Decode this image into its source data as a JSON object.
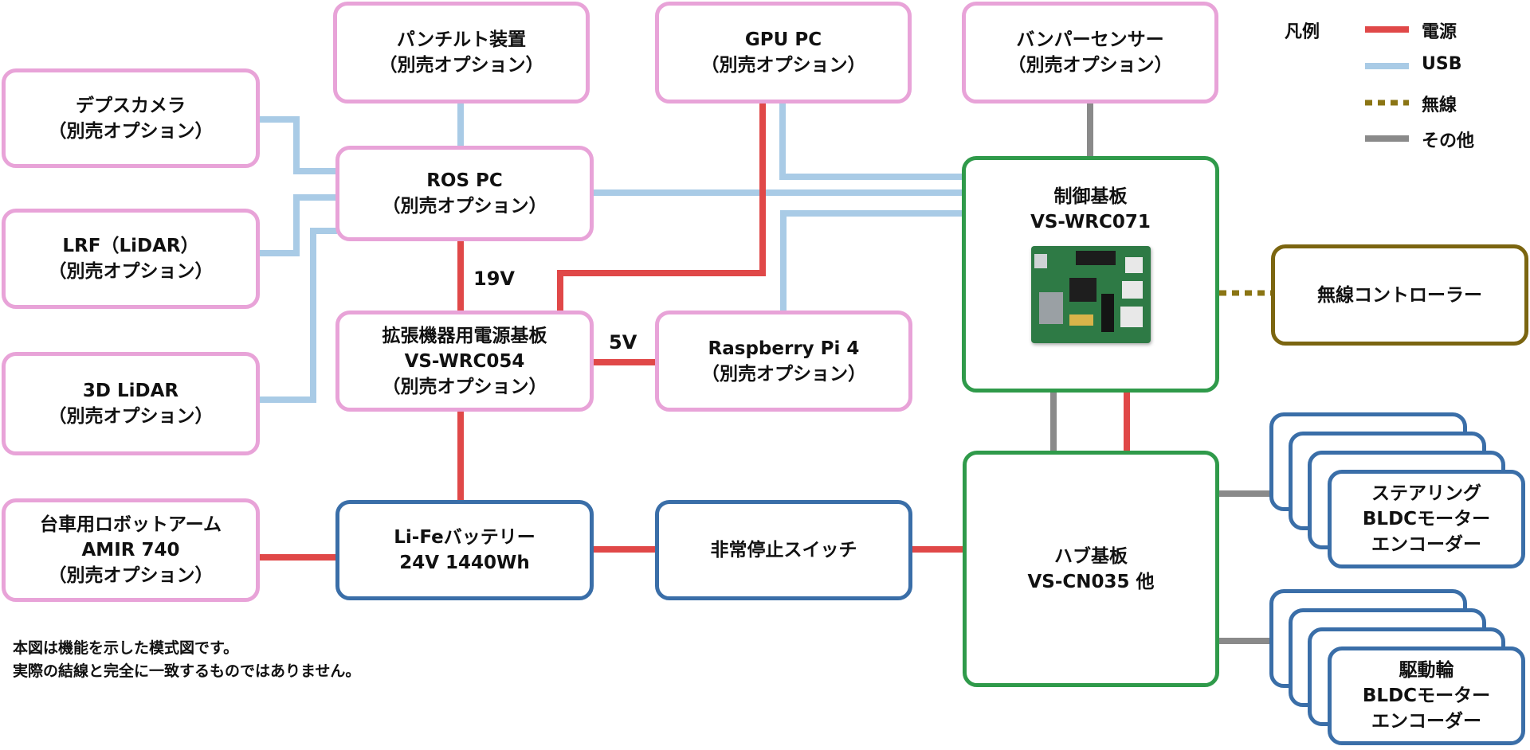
{
  "nodes": {
    "pan_tilt": [
      "パンチルト装置",
      "（別売オプション）"
    ],
    "gpu_pc": [
      "GPU PC",
      "（別売オプション）"
    ],
    "bumper": [
      "バンパーセンサー",
      "（別売オプション）"
    ],
    "depth_camera": [
      "デプスカメラ",
      "（別売オプション）"
    ],
    "ros_pc": [
      "ROS PC",
      "（別売オプション）"
    ],
    "lrf": [
      "LRF（LiDAR）",
      "（別売オプション）"
    ],
    "lidar3d": [
      "3D LiDAR",
      "（別売オプション）"
    ],
    "power_board": [
      "拡張機器用電源基板",
      "VS-WRC054",
      "（別売オプション）"
    ],
    "raspi": [
      "Raspberry Pi 4",
      "（別売オプション）"
    ],
    "control_board": [
      "制御基板",
      "VS-WRC071"
    ],
    "wireless_ctrl": [
      "無線コントローラー"
    ],
    "arm": [
      "台車用ロボットアーム",
      "AMIR 740",
      "（別売オプション）"
    ],
    "battery": [
      "Li-Feバッテリー",
      "24V 1440Wh"
    ],
    "estop": [
      "非常停止スイッチ"
    ],
    "hub": [
      "ハブ基板",
      "VS-CN035 他"
    ],
    "steering": [
      "ステアリング",
      "BLDCモーター",
      "エンコーダー"
    ],
    "drive": [
      "駆動輪",
      "BLDCモーター",
      "エンコーダー"
    ]
  },
  "voltage_labels": {
    "v19": "19V",
    "v5": "5V"
  },
  "legend": {
    "title": "凡例",
    "items": [
      {
        "label": "電源",
        "style": "solid",
        "color": "#e04848"
      },
      {
        "label": "USB",
        "style": "solid",
        "color": "#a9cbe6"
      },
      {
        "label": "無線",
        "style": "dotted",
        "color": "#8b7514"
      },
      {
        "label": "その他",
        "style": "solid",
        "color": "#8a8a8a"
      }
    ]
  },
  "note": [
    "本図は機能を示した模式図です。",
    "実際の結線と完全に一致するものではありません。"
  ],
  "colors": {
    "power": "#e04848",
    "usb": "#a9cbe6",
    "wireless": "#8b7514",
    "other": "#8a8a8a"
  }
}
